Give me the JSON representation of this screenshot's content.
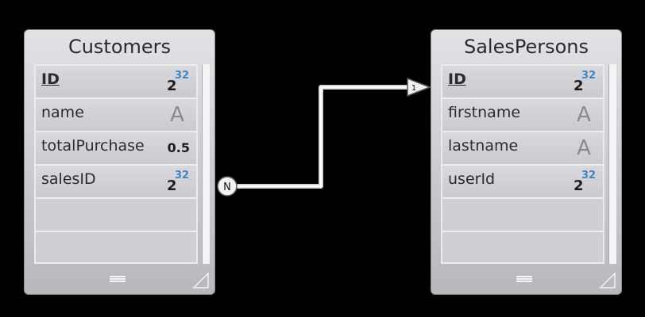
{
  "tables": {
    "customers": {
      "title": "Customers",
      "fields": [
        {
          "name": "ID",
          "type": "number",
          "pk": true
        },
        {
          "name": "name",
          "type": "text"
        },
        {
          "name": "totalPurchase",
          "type": "decimal"
        },
        {
          "name": "salesID",
          "type": "number"
        }
      ]
    },
    "salespersons": {
      "title": "SalesPersons",
      "fields": [
        {
          "name": "ID",
          "type": "number",
          "pk": true
        },
        {
          "name": "firstname",
          "type": "text"
        },
        {
          "name": "lastname",
          "type": "text"
        },
        {
          "name": "userId",
          "type": "number"
        }
      ]
    }
  },
  "type_glyphs": {
    "number_base": "2",
    "number_exp": "32",
    "text": "A",
    "decimal": "0.5"
  },
  "relation": {
    "from_cardinality": "N",
    "to_cardinality": "1"
  },
  "colors": {
    "background": "#000000",
    "panel": "#cfcfd3",
    "exponent": "#3b86c9"
  }
}
